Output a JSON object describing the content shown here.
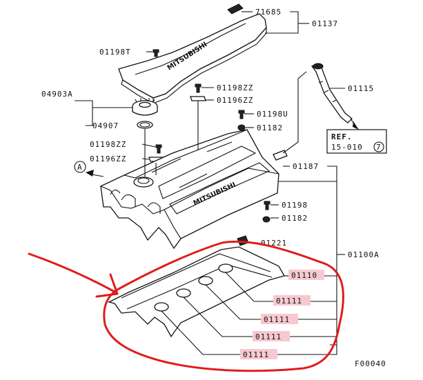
{
  "labels": {
    "p71685": "71685",
    "p01137": "01137",
    "p01198T": "01198T",
    "p01198ZZ_top": "01198ZZ",
    "p01196ZZ_top": "01196ZZ",
    "p01115": "01115",
    "p04903A": "04903A",
    "p01198U": "01198U",
    "p04907": "04907",
    "p01182_top": "01182",
    "p01198ZZ_left": "01198ZZ",
    "p01196ZZ_left": "01196ZZ",
    "p01187": "01187",
    "p01198": "01198",
    "p01182_mid": "01182",
    "p01221": "01221",
    "p01100A": "01100A",
    "p01110": "01110",
    "p01111_a": "01111",
    "p01111_b": "01111",
    "p01111_c": "01111",
    "p01111_d": "01111",
    "ref_title": "REF.",
    "ref_code": "15-010",
    "ref_num": "7",
    "callout_a": "A",
    "figure_code": "F00040",
    "cover_brand": "MITSUBISHI",
    "valve_cover_brand": "MITSUBISHI"
  },
  "colors": {
    "highlight": "#f6c9cf",
    "annotation": "#e01b1b",
    "line": "#111111"
  }
}
